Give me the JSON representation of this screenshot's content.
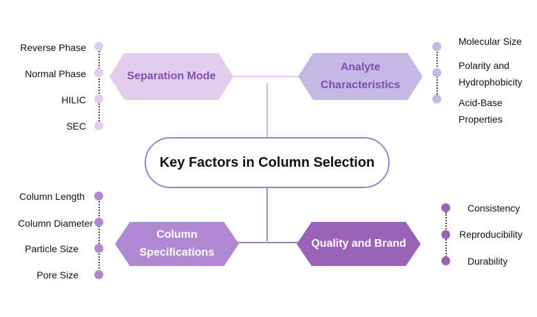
{
  "center": {
    "title": "Key Factors in Column Selection"
  },
  "colors": {
    "separation": "#e2cdef",
    "separation_text": "#7d4fb0",
    "analyte": "#c5b8e2",
    "analyte_text": "#7d4fb0",
    "specs": "#b088d3",
    "quality": "#9a63b8",
    "border": "#9a7fd0"
  },
  "nodes": {
    "separation": {
      "label": "Separation Mode",
      "items": [
        "Reverse Phase",
        "Normal Phase",
        "HILIC",
        "SEC"
      ]
    },
    "analyte": {
      "label_line1": "Analyte",
      "label_line2": "Characteristics",
      "items": [
        "Molecular Size",
        "Polarity and",
        "Hydrophobicity",
        "Acid-Base",
        "Properties"
      ]
    },
    "specs": {
      "label_line1": "Column",
      "label_line2": "Specifications",
      "items": [
        "Column Length",
        "Column Diameter",
        "Particle Size",
        "Pore Size"
      ]
    },
    "quality": {
      "label": "Quality and Brand",
      "items": [
        "Consistency",
        "Reproducibility",
        "Durability"
      ]
    }
  }
}
